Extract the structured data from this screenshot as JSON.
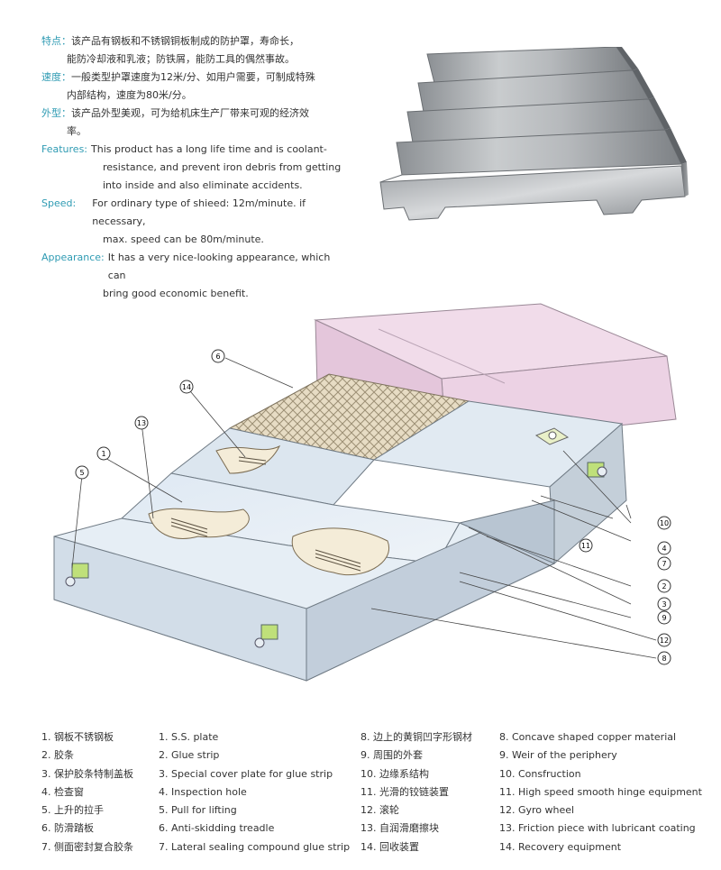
{
  "intro": [
    {
      "label": "特点：",
      "lines": [
        "该产品有钢板和不锈钢铜板制成的防护罩，寿命长，",
        "能防冷却液和乳液；防铁屑，能防工具的偶然事故。"
      ]
    },
    {
      "label": "速度：",
      "lines": [
        "一般类型护罩速度为12米/分、如用户需要，可制成特殊",
        "内部结构，速度为80米/分。"
      ]
    },
    {
      "label": "外型：",
      "lines": [
        "该产品外型美观，可为给机床生产厂带来可观的经济效",
        "率。"
      ]
    },
    {
      "label": "Features:",
      "lines": [
        "This product has a long life time and is  coolant-",
        "resistance, and prevent iron debris from getting",
        "into inside and also eliminate accidents."
      ]
    },
    {
      "label": "Speed:",
      "lines": [
        "For ordinary type of shieed: 12m/minute. if necessary,",
        "max. speed can be 80m/minute."
      ]
    },
    {
      "label": "Appearance:",
      "lines": [
        "It has a very nice-looking appearance, which can",
        "bring good economic benefit."
      ]
    }
  ],
  "callouts": [
    "1",
    "2",
    "3",
    "4",
    "5",
    "6",
    "7",
    "8",
    "9",
    "10",
    "11",
    "12",
    "13",
    "14"
  ],
  "legend": {
    "cn_left": [
      "1. 钢板不锈钢板",
      "2. 胶条",
      "3. 保护胶条特制盖板",
      "4. 检查窗",
      "5. 上升的拉手",
      "6. 防滑踏板",
      "7. 侧面密封复合胶条"
    ],
    "en_left": [
      "1. S.S. plate",
      "2. Glue strip",
      "3. Special cover plate for glue strip",
      "4. Inspection hole",
      "5. Pull for lifting",
      "6. Anti-skidding treadle",
      "7. Lateral sealing compound glue strip"
    ],
    "cn_right": [
      "8. 边上的黄铜凹字形钢材",
      "9. 周围的外套",
      "10. 边缘系结构",
      "11. 光滑的铰链装置",
      "12. 滚轮",
      "13. 自润滑磨擦块",
      "14. 回收装置"
    ],
    "en_right": [
      "8. Concave shaped copper material",
      "9. Weir of the periphery",
      "10. Consfruction",
      "11. High speed smooth hinge equipment",
      "12. Gyro wheel",
      "13. Friction piece with lubricant coating",
      "14. Recovery equipment"
    ]
  }
}
